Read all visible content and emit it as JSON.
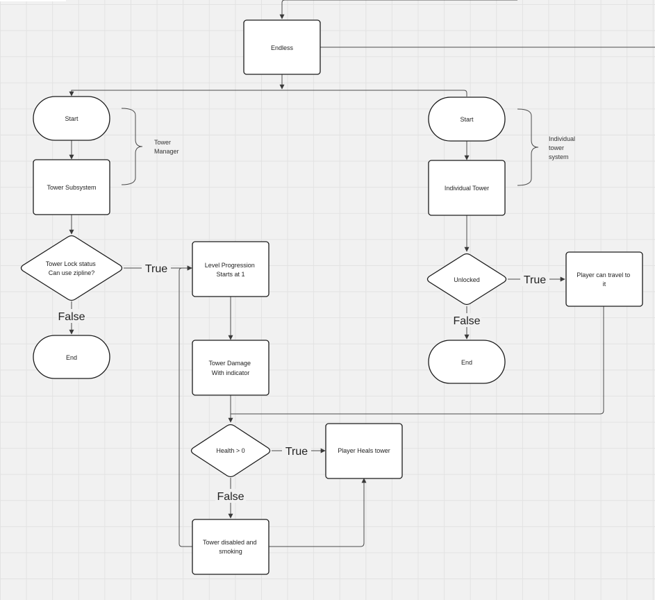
{
  "nodes": {
    "endless": "Endless",
    "start_manager": "Start",
    "tower_subsystem": "Tower Subsystem",
    "tower_lock": [
      "Tower Lock status",
      "Can use zipline?"
    ],
    "end_manager": "End",
    "level_progression": [
      "Level Progression",
      "Starts at 1"
    ],
    "tower_damage": [
      "Tower Damage",
      "With indicator"
    ],
    "health_check": "Health > 0",
    "player_heals": "Player Heals tower",
    "tower_disabled": [
      "Tower disabled and",
      "smoking"
    ],
    "start_individual": "Start",
    "individual_tower": "Individual Tower",
    "unlocked": "Unlocked",
    "end_individual": "End",
    "player_travel": [
      "Player can travel to",
      "it"
    ]
  },
  "notes": {
    "tower_manager": [
      "Tower",
      "Manager"
    ],
    "individual_tower_system": [
      "Individual",
      "tower",
      "system"
    ]
  },
  "branch_labels": {
    "lock_true": "True",
    "lock_false": "False",
    "unlocked_true": "True",
    "unlocked_false": "False",
    "health_true": "True",
    "health_false": "False"
  }
}
